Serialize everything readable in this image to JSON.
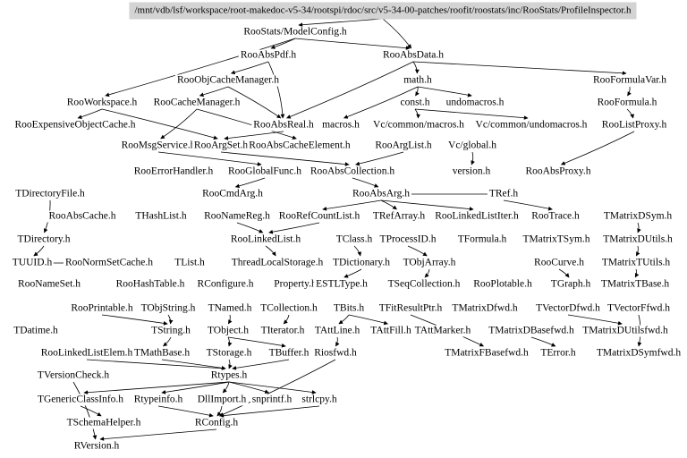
{
  "title": "/mnt/vdb/lsf/workspace/root-makedoc-v5-34/rootspi/rdoc/src/v5-34-00-patches/roofit/roostats/inc/RooStats/ProfileInspector.h",
  "colors": {
    "root_fill": "#d3d3d3",
    "edge": "#000000",
    "background": "#ffffff"
  },
  "nodes": [
    "RooStats/ModelConfig.h",
    "RooAbsPdf.h",
    "RooAbsData.h",
    "RooObjCacheManager.h",
    "math.h",
    "RooFormulaVar.h",
    "RooWorkspace.h",
    "RooCacheManager.h",
    "const.h",
    "undomacros.h",
    "RooFormula.h",
    "RooExpensiveObjectCache.h",
    "RooAbsReal.h",
    "macros.h",
    "Vc/common/macros.h",
    "Vc/common/undomacros.h",
    "RooListProxy.h",
    "RooMsgService.h",
    "RooArgSet.h",
    "RooAbsCacheElement.h",
    "RooArgList.h",
    "Vc/global.h",
    "RooErrorHandler.h",
    "RooGlobalFunc.h",
    "RooAbsCollection.h",
    "version.h",
    "RooAbsProxy.h",
    "TDirectoryFile.h",
    "RooCmdArg.h",
    "RooAbsArg.h",
    "TRef.h",
    "RooAbsCache.h",
    "THashList.h",
    "RooNameReg.h",
    "RooRefCountList.h",
    "TRefArray.h",
    "RooLinkedListIter.h",
    "RooTrace.h",
    "TMatrixDSym.h",
    "TDirectory.h",
    "RooLinkedList.h",
    "TClass.h",
    "TProcessID.h",
    "TFormula.h",
    "TMatrixTSym.h",
    "TMatrixDUtils.h",
    "TUUID.h",
    "RooNormSetCache.h",
    "TList.h",
    "ThreadLocalStorage.h",
    "TDictionary.h",
    "TObjArray.h",
    "RooCurve.h",
    "TMatrixTUtils.h",
    "RooNameSet.h",
    "RooHashTable.h",
    "RConfigure.h",
    "Property.h",
    "ESTLType.h",
    "TSeqCollection.h",
    "RooPlotable.h",
    "TGraph.h",
    "TMatrixTBase.h",
    "RooPrintable.h",
    "TObjString.h",
    "TNamed.h",
    "TCollection.h",
    "TBits.h",
    "TFitResultPtr.h",
    "TMatrixDfwd.h",
    "TVectorDfwd.h",
    "TVectorFfwd.h",
    "TDatime.h",
    "TString.h",
    "TObject.h",
    "TIterator.h",
    "TAttLine.h",
    "TAttFill.h",
    "TAttMarker.h",
    "TMatrixDBasefwd.h",
    "TMatrixDUtilsfwd.h",
    "RooLinkedListElem.h",
    "TMathBase.h",
    "TStorage.h",
    "TBuffer.h",
    "Riosfwd.h",
    "TMatrixFBasefwd.h",
    "TError.h",
    "TMatrixDSymfwd.h",
    "TVersionCheck.h",
    "Rtypes.h",
    "TGenericClassInfo.h",
    "Rtypeinfo.h",
    "DllImport.h",
    "snprintf.h",
    "strlcpy.h",
    "TSchemaHelper.h",
    "RConfig.h",
    "RVersion.h"
  ],
  "edges": [
    [
      "ROOT",
      "RooStats/ModelConfig.h"
    ],
    [
      "ROOT",
      "RooAbsData.h"
    ],
    [
      "RooStats/ModelConfig.h",
      "RooAbsPdf.h"
    ],
    [
      "RooStats/ModelConfig.h",
      "RooAbsData.h"
    ],
    [
      "RooStats/ModelConfig.h",
      "RooWorkspace.h"
    ],
    [
      "RooAbsPdf.h",
      "RooObjCacheManager.h"
    ],
    [
      "RooAbsPdf.h",
      "RooAbsReal.h"
    ],
    [
      "RooAbsData.h",
      "math.h"
    ],
    [
      "RooAbsData.h",
      "RooFormulaVar.h"
    ],
    [
      "RooAbsData.h",
      "RooAbsReal.h"
    ],
    [
      "math.h",
      "const.h"
    ],
    [
      "math.h",
      "undomacros.h"
    ],
    [
      "math.h",
      "macros.h"
    ],
    [
      "const.h",
      "Vc/common/macros.h"
    ],
    [
      "const.h",
      "Vc/common/undomacros.h"
    ],
    [
      "RooFormulaVar.h",
      "RooFormula.h"
    ],
    [
      "RooFormula.h",
      "RooListProxy.h"
    ],
    [
      "RooObjCacheManager.h",
      "RooCacheManager.h"
    ],
    [
      "RooObjCacheManager.h",
      "RooAbsReal.h"
    ],
    [
      "RooWorkspace.h",
      "RooExpensiveObjectCache.h"
    ],
    [
      "RooWorkspace.h",
      "RooArgSet.h"
    ],
    [
      "RooCacheManager.h",
      "RooMsgService.h"
    ],
    [
      "RooCacheManager.h",
      "RooAbsCacheElement.h"
    ],
    [
      "RooAbsReal.h",
      "RooArgSet.h"
    ],
    [
      "Vc/global.h",
      "version.h"
    ],
    [
      "RooArgSet.h",
      "RooAbsCollection.h"
    ],
    [
      "RooArgList.h",
      "RooAbsCollection.h"
    ],
    [
      "RooMsgService.h",
      "RooGlobalFunc.h"
    ],
    [
      "RooGlobalFunc.h",
      "RooCmdArg.h"
    ],
    [
      "RooAbsCollection.h",
      "RooAbsArg.h"
    ],
    [
      "RooListProxy.h",
      "RooAbsProxy.h"
    ],
    [
      "RooAbsArg.h",
      "RooRefCountList.h"
    ],
    [
      "RooAbsArg.h",
      "TRefArray.h"
    ],
    [
      "RooAbsArg.h",
      "RooLinkedListIter.h"
    ],
    [
      "RooAbsArg.h",
      "TRef.h"
    ],
    [
      "TRef.h",
      "RooTrace.h"
    ],
    [
      "RooRefCountList.h",
      "RooLinkedList.h"
    ],
    [
      "RooNameReg.h",
      "RooLinkedList.h"
    ],
    [
      "TMatrixDSym.h",
      "TMatrixDUtils.h"
    ],
    [
      "TMatrixDUtils.h",
      "TMatrixTUtils.h"
    ],
    [
      "TMatrixTUtils.h",
      "TMatrixTBase.h"
    ],
    [
      "RooCurve.h",
      "TGraph.h"
    ],
    [
      "TClass.h",
      "TDictionary.h"
    ],
    [
      "TProcessID.h",
      "TObjArray.h"
    ],
    [
      "TObjArray.h",
      "TSeqCollection.h"
    ],
    [
      "TDirectoryFile.h",
      "TDirectory.h"
    ],
    [
      "TDirectory.h",
      "TUUID.h"
    ],
    [
      "TUUID.h",
      "RooNormSetCache.h"
    ],
    [
      "RooLinkedList.h",
      "ThreadLocalStorage.h"
    ],
    [
      "TDictionary.h",
      "ESTLType.h"
    ],
    [
      "RooPrintable.h",
      "TString.h"
    ],
    [
      "TObjString.h",
      "TString.h"
    ],
    [
      "TNamed.h",
      "TObject.h"
    ],
    [
      "TCollection.h",
      "TIterator.h"
    ],
    [
      "TBits.h",
      "TAttFill.h"
    ],
    [
      "TBits.h",
      "TAttLine.h"
    ],
    [
      "TAttLine.h",
      "Riosfwd.h"
    ],
    [
      "TFitResultPtr.h",
      "TMatrixFBasefwd.h"
    ],
    [
      "TVectorDfwd.h",
      "TMatrixDUtilsfwd.h"
    ],
    [
      "TVectorFfwd.h",
      "TMatrixDSymfwd.h"
    ],
    [
      "TMatrixDBasefwd.h",
      "TError.h"
    ],
    [
      "TString.h",
      "TMathBase.h"
    ],
    [
      "TObject.h",
      "TStorage.h"
    ],
    [
      "TObject.h",
      "TBuffer.h"
    ],
    [
      "TStorage.h",
      "Rtypes.h"
    ],
    [
      "TMathBase.h",
      "Rtypes.h"
    ],
    [
      "TBuffer.h",
      "Rtypes.h"
    ],
    [
      "RooLinkedListElem.h",
      "Rtypes.h"
    ],
    [
      "Rtypes.h",
      "TGenericClassInfo.h"
    ],
    [
      "Rtypes.h",
      "Rtypeinfo.h"
    ],
    [
      "Rtypes.h",
      "DllImport.h"
    ],
    [
      "Rtypes.h",
      "snprintf.h"
    ],
    [
      "Rtypes.h",
      "strlcpy.h"
    ],
    [
      "TGenericClassInfo.h",
      "TSchemaHelper.h"
    ],
    [
      "Rtypeinfo.h",
      "RConfig.h"
    ],
    [
      "strlcpy.h",
      "RConfig.h"
    ],
    [
      "DllImport.h",
      "RConfig.h"
    ],
    [
      "RConfig.h",
      "RVersion.h"
    ],
    [
      "TVersionCheck.h",
      "RVersion.h"
    ],
    [
      "Riosfwd.h",
      "RConfig.h"
    ]
  ]
}
